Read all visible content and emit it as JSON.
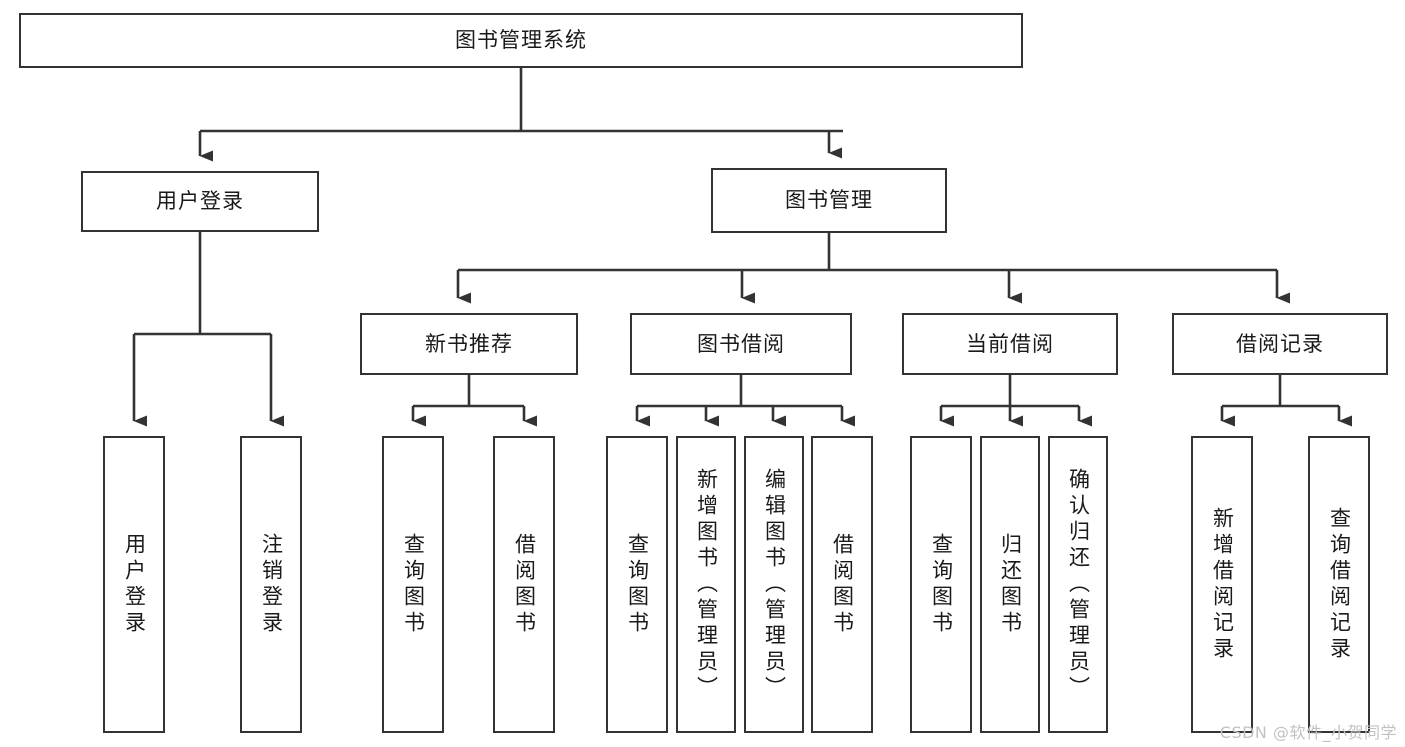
{
  "diagram": {
    "title": "图书管理系统",
    "watermark": "CSDN @软件_小贺同学",
    "colors": {
      "stroke": "#333333",
      "fill": "#ffffff",
      "text": "#1a1a1a",
      "watermark": "#c2c2c2"
    },
    "nodes": {
      "root": {
        "label": "图书管理系统",
        "orientation": "horizontal"
      },
      "level2": [
        {
          "label": "用户登录",
          "orientation": "horizontal"
        },
        {
          "label": "图书管理",
          "orientation": "horizontal"
        }
      ],
      "level3": [
        {
          "label": "新书推荐",
          "orientation": "horizontal"
        },
        {
          "label": "图书借阅",
          "orientation": "horizontal"
        },
        {
          "label": "当前借阅",
          "orientation": "horizontal"
        },
        {
          "label": "借阅记录",
          "orientation": "horizontal"
        }
      ],
      "leaves_user_login": [
        {
          "label": "用户登录",
          "orientation": "vertical"
        },
        {
          "label": "注销登录",
          "orientation": "vertical"
        }
      ],
      "leaves_new_book": [
        {
          "label": "查询图书",
          "orientation": "vertical"
        },
        {
          "label": "借阅图书",
          "orientation": "vertical"
        }
      ],
      "leaves_borrow": [
        {
          "label": "查询图书",
          "orientation": "vertical"
        },
        {
          "label": "新增图书（管理员）",
          "orientation": "vertical"
        },
        {
          "label": "编辑图书（管理员）",
          "orientation": "vertical"
        },
        {
          "label": "借阅图书",
          "orientation": "vertical"
        }
      ],
      "leaves_current": [
        {
          "label": "查询图书",
          "orientation": "vertical"
        },
        {
          "label": "归还图书",
          "orientation": "vertical"
        },
        {
          "label": "确认归还（管理员）",
          "orientation": "vertical"
        }
      ],
      "leaves_records": [
        {
          "label": "新增借阅记录",
          "orientation": "vertical"
        },
        {
          "label": "查询借阅记录",
          "orientation": "vertical"
        }
      ]
    }
  }
}
